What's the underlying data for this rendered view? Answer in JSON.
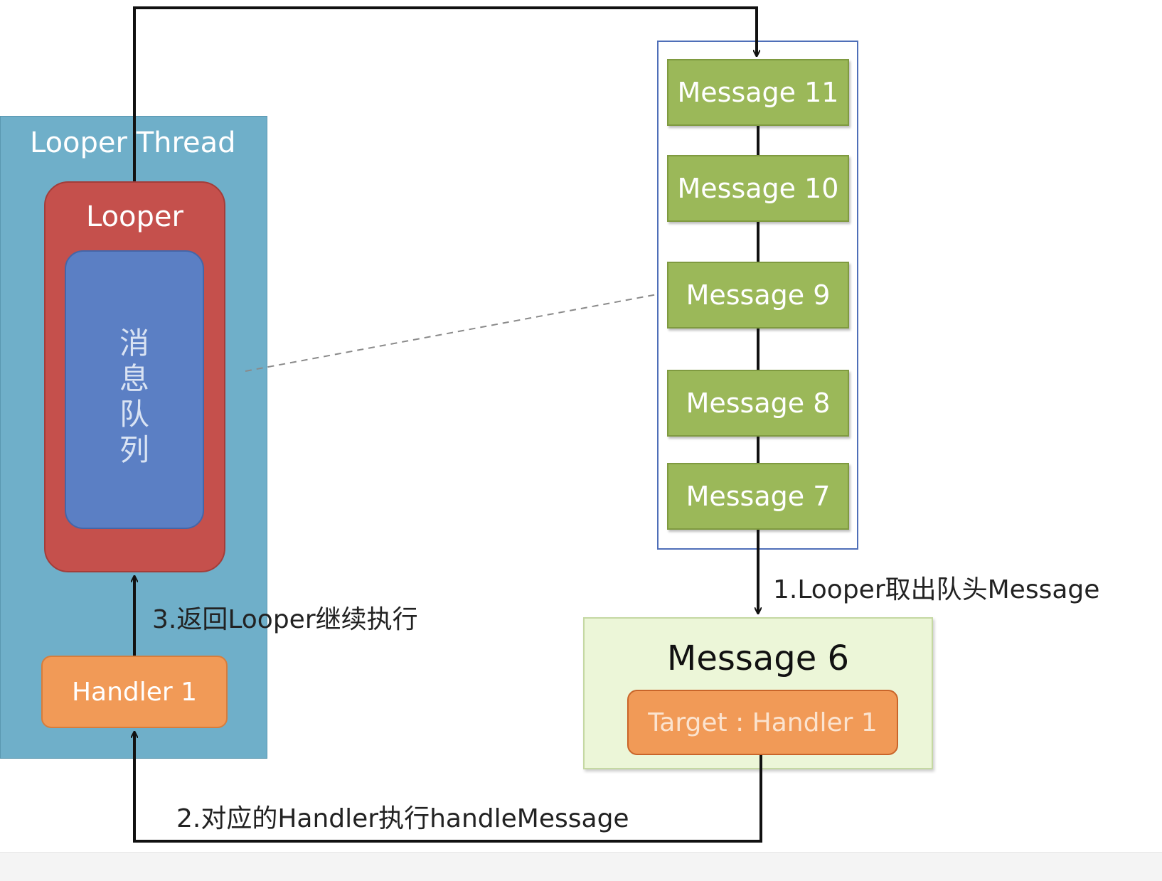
{
  "looper_thread": {
    "title": "Looper Thread"
  },
  "looper": {
    "label": "Looper",
    "queue_label": "消\n息\n队\n列"
  },
  "handler": {
    "label": "Handler 1"
  },
  "queue_messages": [
    {
      "label": "Message 11"
    },
    {
      "label": "Message 10"
    },
    {
      "label": "Message 9"
    },
    {
      "label": "Message 8"
    },
    {
      "label": "Message 7"
    }
  ],
  "current_message": {
    "title": "Message 6",
    "target": "Target : Handler 1"
  },
  "steps": {
    "step1": "1.Looper取出队头Message",
    "step2": "2.对应的Handler执行handleMessage",
    "step3": "3.返回Looper继续执行"
  },
  "colors": {
    "thread": "#6fafc9",
    "looper": "#c5504c",
    "queue": "#5b7fc4",
    "handler": "#f19a57",
    "message": "#9bb859",
    "current_message_bg": "#ecf6d8"
  }
}
